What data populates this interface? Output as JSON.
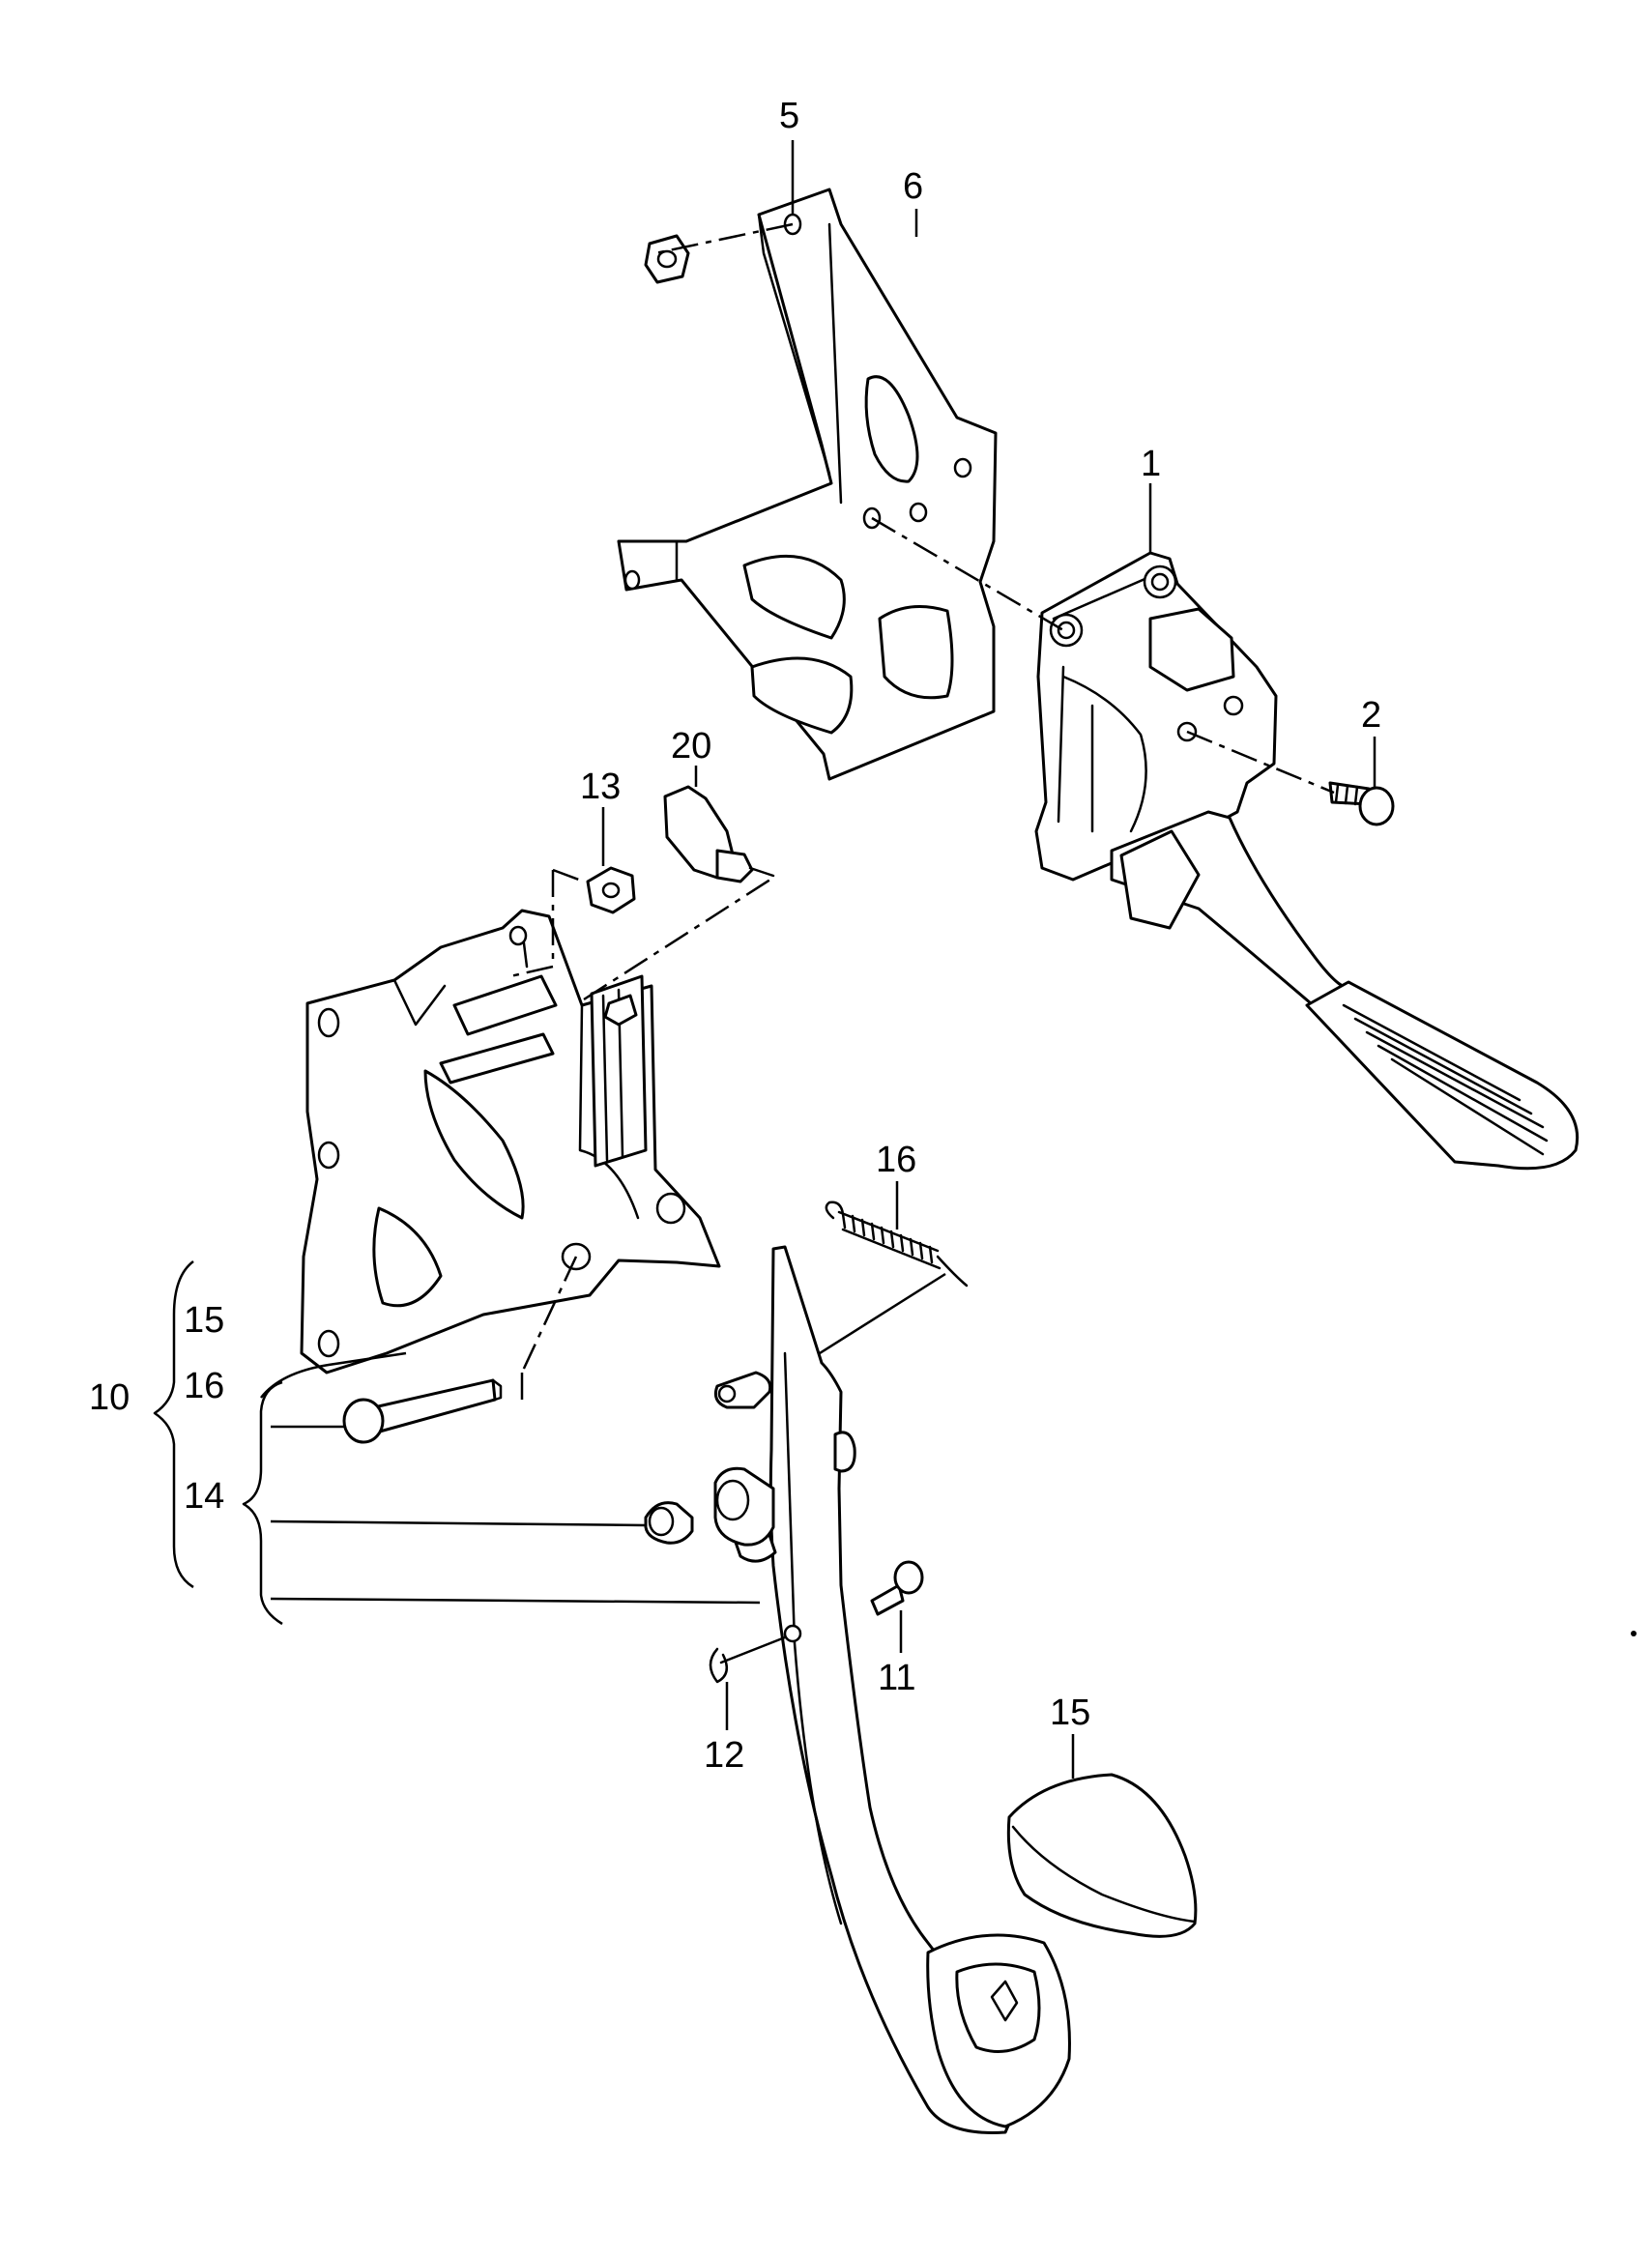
{
  "callouts": {
    "c1": "1",
    "c2": "2",
    "c5": "5",
    "c6": "6",
    "c10": "10",
    "c11": "11",
    "c12": "12",
    "c13": "13",
    "c14": "14",
    "c15a": "15",
    "c15b": "15",
    "c16a": "16",
    "c16b": "16",
    "c20": "20"
  }
}
